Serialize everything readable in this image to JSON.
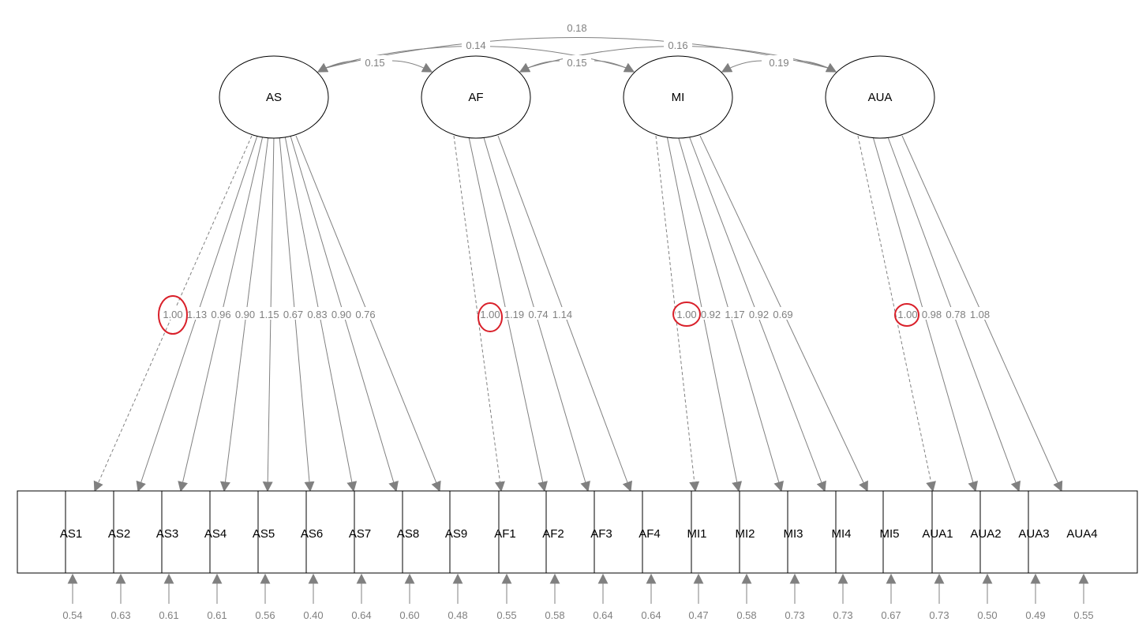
{
  "colors": {
    "line": "#808080",
    "node_stroke": "#000000",
    "label": "#000000",
    "value": "#808080",
    "highlight": "#d9202a"
  },
  "latents": [
    {
      "id": "AS",
      "label": "AS"
    },
    {
      "id": "AF",
      "label": "AF"
    },
    {
      "id": "MI",
      "label": "MI"
    },
    {
      "id": "AUA",
      "label": "AUA"
    }
  ],
  "indicators": [
    {
      "id": "AS1",
      "label": "AS1",
      "latent": "AS",
      "loading": "1.00",
      "fixed": true,
      "residual": "0.54"
    },
    {
      "id": "AS2",
      "label": "AS2",
      "latent": "AS",
      "loading": "1.13",
      "fixed": false,
      "residual": "0.63"
    },
    {
      "id": "AS3",
      "label": "AS3",
      "latent": "AS",
      "loading": "0.96",
      "fixed": false,
      "residual": "0.61"
    },
    {
      "id": "AS4",
      "label": "AS4",
      "latent": "AS",
      "loading": "0.90",
      "fixed": false,
      "residual": "0.61"
    },
    {
      "id": "AS5",
      "label": "AS5",
      "latent": "AS",
      "loading": "1.15",
      "fixed": false,
      "residual": "0.56"
    },
    {
      "id": "AS6",
      "label": "AS6",
      "latent": "AS",
      "loading": "0.67",
      "fixed": false,
      "residual": "0.40"
    },
    {
      "id": "AS7",
      "label": "AS7",
      "latent": "AS",
      "loading": "0.83",
      "fixed": false,
      "residual": "0.64"
    },
    {
      "id": "AS8",
      "label": "AS8",
      "latent": "AS",
      "loading": "0.90",
      "fixed": false,
      "residual": "0.60"
    },
    {
      "id": "AS9",
      "label": "AS9",
      "latent": "AS",
      "loading": "0.76",
      "fixed": false,
      "residual": "0.48"
    },
    {
      "id": "AF1",
      "label": "AF1",
      "latent": "AF",
      "loading": "1.00",
      "fixed": true,
      "residual": "0.55"
    },
    {
      "id": "AF2",
      "label": "AF2",
      "latent": "AF",
      "loading": "1.19",
      "fixed": false,
      "residual": "0.58"
    },
    {
      "id": "AF3",
      "label": "AF3",
      "latent": "AF",
      "loading": "0.74",
      "fixed": false,
      "residual": "0.64"
    },
    {
      "id": "AF4",
      "label": "AF4",
      "latent": "AF",
      "loading": "1.14",
      "fixed": false,
      "residual": "0.64"
    },
    {
      "id": "MI1",
      "label": "MI1",
      "latent": "MI",
      "loading": "1.00",
      "fixed": true,
      "residual": "0.47"
    },
    {
      "id": "MI2",
      "label": "MI2",
      "latent": "MI",
      "loading": "0.92",
      "fixed": false,
      "residual": "0.58"
    },
    {
      "id": "MI3",
      "label": "MI3",
      "latent": "MI",
      "loading": "1.17",
      "fixed": false,
      "residual": "0.73"
    },
    {
      "id": "MI4",
      "label": "MI4",
      "latent": "MI",
      "loading": "0.92",
      "fixed": false,
      "residual": "0.73"
    },
    {
      "id": "MI5",
      "label": "MI5",
      "latent": "MI",
      "loading": "0.69",
      "fixed": false,
      "residual": "0.67"
    },
    {
      "id": "AUA1",
      "label": "AUA1",
      "latent": "AUA",
      "loading": "1.00",
      "fixed": true,
      "residual": "0.73"
    },
    {
      "id": "AUA2",
      "label": "AUA2",
      "latent": "AUA",
      "loading": "0.98",
      "fixed": false,
      "residual": "0.50"
    },
    {
      "id": "AUA3",
      "label": "AUA3",
      "latent": "AUA",
      "loading": "0.78",
      "fixed": false,
      "residual": "0.49"
    },
    {
      "id": "AUA4",
      "label": "AUA4",
      "latent": "AUA",
      "loading": "1.08",
      "fixed": false,
      "residual": "0.55"
    }
  ],
  "covariances": [
    {
      "from": "AS",
      "to": "AF",
      "value": "0.15"
    },
    {
      "from": "AF",
      "to": "MI",
      "value": "0.15"
    },
    {
      "from": "MI",
      "to": "AUA",
      "value": "0.19"
    },
    {
      "from": "AS",
      "to": "MI",
      "value": "0.14"
    },
    {
      "from": "AF",
      "to": "AUA",
      "value": "0.16"
    },
    {
      "from": "AS",
      "to": "AUA",
      "value": "0.18"
    }
  ],
  "highlighted_loadings": [
    "AS1",
    "AF1",
    "MI1",
    "AUA1"
  ]
}
